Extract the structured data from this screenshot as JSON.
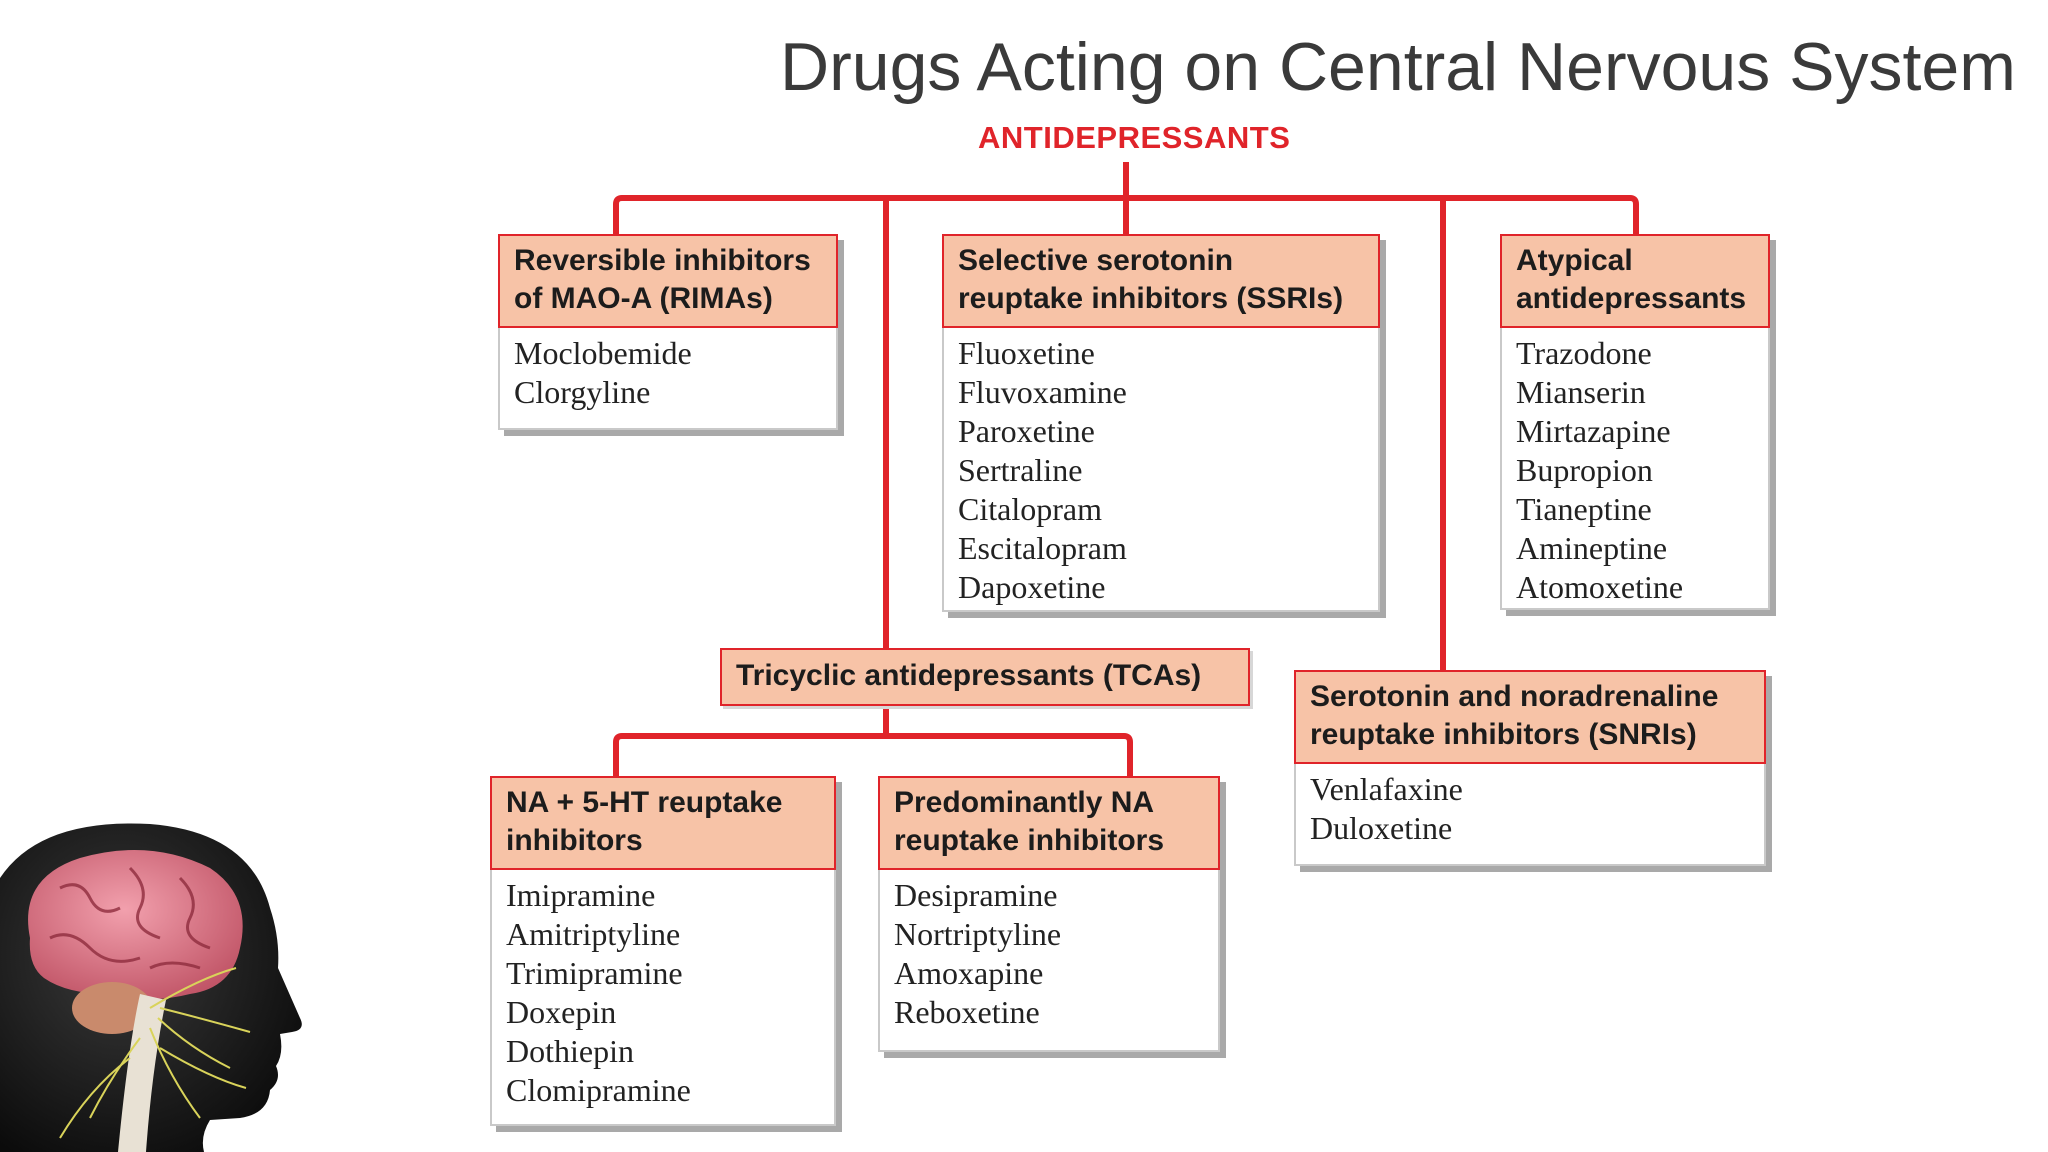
{
  "slide": {
    "title": "Drugs Acting on Central Nervous System"
  },
  "diagram": {
    "root": "ANTIDEPRESSANTS",
    "colors": {
      "line": "#e0242a",
      "header_fill": "#f7c3a7",
      "root_text": "#e0242a"
    },
    "groups": {
      "rimas": {
        "title": "Reversible inhibitors of MAO-A (RIMAs)",
        "items": [
          "Moclobemide",
          "Clorgyline"
        ]
      },
      "ssris": {
        "title": "Selective serotonin reuptake inhibitors (SSRIs)",
        "items": [
          "Fluoxetine",
          "Fluvoxamine",
          "Paroxetine",
          "Sertraline",
          "Citalopram",
          "Escitalopram",
          "Dapoxetine"
        ]
      },
      "atypical": {
        "title": "Atypical antidepressants",
        "items": [
          "Trazodone",
          "Mianserin",
          "Mirtazapine",
          "Bupropion",
          "Tianeptine",
          "Amineptine",
          "Atomoxetine"
        ]
      },
      "tcas": {
        "title": "Tricyclic antidepressants (TCAs)"
      },
      "na_5ht": {
        "title": "NA + 5-HT reuptake inhibitors",
        "items": [
          "Imipramine",
          "Amitriptyline",
          "Trimipramine",
          "Doxepin",
          "Dothiepin",
          "Clomipramine"
        ]
      },
      "na": {
        "title": "Predominantly NA reuptake inhibitors",
        "items": [
          "Desipramine",
          "Nortriptyline",
          "Amoxapine",
          "Reboxetine"
        ]
      },
      "snris": {
        "title": "Serotonin and noradrenaline reuptake inhibitors (SNRIs)",
        "items": [
          "Venlafaxine",
          "Duloxetine"
        ]
      }
    }
  },
  "illustration": {
    "icon": "human-head-brain-nerves-icon"
  }
}
